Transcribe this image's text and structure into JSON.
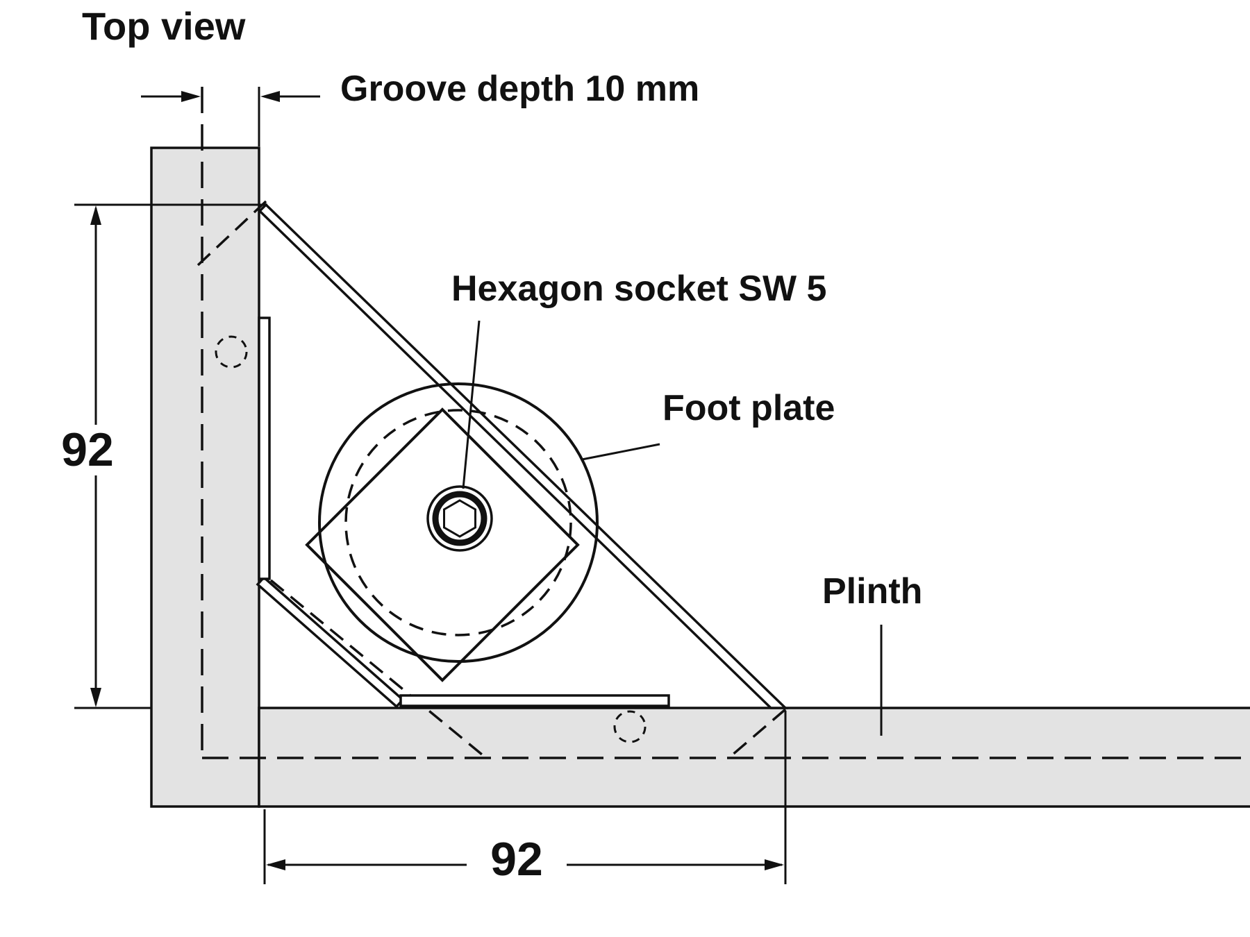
{
  "drawing": {
    "title": "Top view",
    "annotations": {
      "groove_depth": "Groove depth 10 mm",
      "hexagon_socket": "Hexagon socket SW 5",
      "foot_plate": "Foot plate",
      "plinth": "Plinth"
    },
    "dimensions": {
      "height_mm": "92",
      "width_mm": "92"
    },
    "colors": {
      "line": "#111111",
      "panel_fill": "#e3e3e3",
      "background": "#ffffff"
    }
  }
}
